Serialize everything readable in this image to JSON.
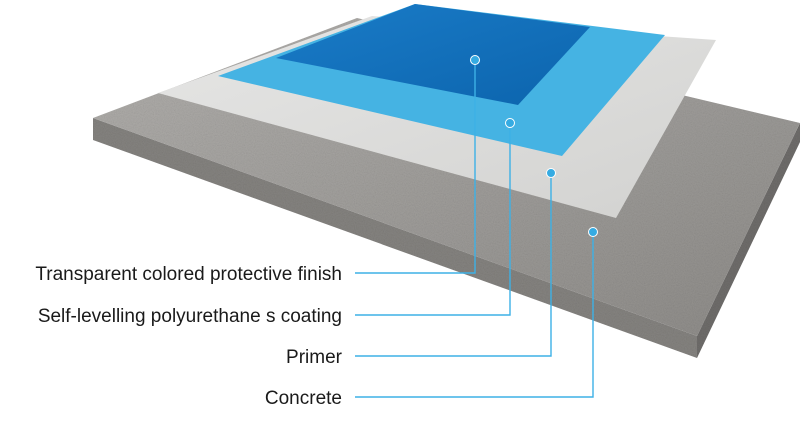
{
  "layers": [
    {
      "id": "finish",
      "label": "Transparent colored protective finish",
      "color": "#0f6cb8"
    },
    {
      "id": "coating",
      "label": "Self-levelling polyurethane s coating",
      "color": "#45b3e3"
    },
    {
      "id": "primer",
      "label": "Primer",
      "color": "#dcdcdb"
    },
    {
      "id": "concrete",
      "label": "Concrete",
      "color": "#9a9896"
    }
  ],
  "colors": {
    "leader": "#3db1e6",
    "concrete_side": "#7f7d7b",
    "concrete_top": "#a09e9b"
  }
}
